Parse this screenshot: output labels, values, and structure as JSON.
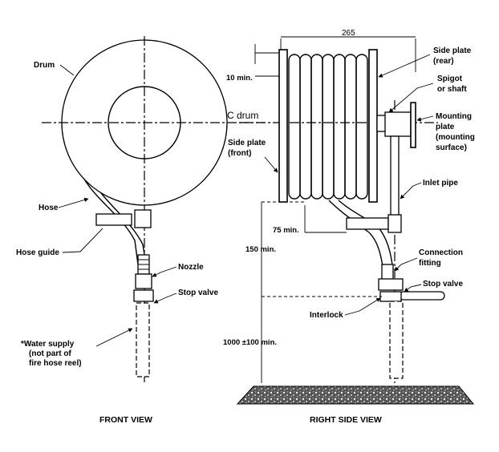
{
  "front_view": {
    "title": "FRONT VIEW",
    "labels": {
      "drum": "Drum",
      "c_drum": "C drum",
      "hose": "Hose",
      "hose_guide": "Hose guide",
      "nozzle": "Nozzle",
      "stop_valve": "Stop  valve",
      "water_supply_line1": "*Water supply",
      "water_supply_line2": "(not part of",
      "water_supply_line3": "fire hose reel)"
    }
  },
  "side_view": {
    "title": "RIGHT SIDE VIEW",
    "labels": {
      "side_plate_rear_line1": "Side plate",
      "side_plate_rear_line2": "(rear)",
      "spigot_line1": "Spigot",
      "spigot_line2": "or shaft",
      "mounting_line1": "Mounting",
      "mounting_line2": "plate",
      "mounting_line3": "(mounting",
      "mounting_line4": "surface)",
      "side_plate_front_line1": "Side plate",
      "side_plate_front_line2": "(front)",
      "inlet_pipe": "Inlet pipe",
      "connection_line1": "Connection",
      "connection_line2": "fitting",
      "stop_valve": "Stop valve",
      "interlock": "Interlock"
    },
    "dimensions": {
      "width_265": "265",
      "min_10": "10 min.",
      "min_75": "75 min.",
      "min_150": "150 min.",
      "height_1000": "1000 ±100 min."
    }
  }
}
